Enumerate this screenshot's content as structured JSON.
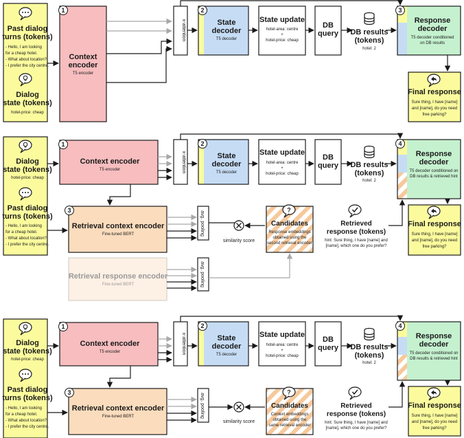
{
  "colors": {
    "yellow": "#fbfb9e",
    "pink": "#f7bdbf",
    "blue": "#c6dcf5",
    "green": "#c5f1cf",
    "peach": "#fbdcbd",
    "stripe": "#f6c99c",
    "arrow": "#1a1a1a",
    "arrow_light": "#a8a8a8"
  },
  "icons": [
    "speech-bubble-icon",
    "lightbulb-bubble-icon",
    "database-icon",
    "reply-arrow-icon",
    "question-bubble-icon",
    "checkmark-bubble-icon",
    "multiply-circle-icon"
  ],
  "top": {
    "past_turns": {
      "title_1": "Past dialog",
      "title_2": "turns (tokens)",
      "lines": [
        "- Hello, I am looking",
        "for a cheap hotel.",
        "- What about location?",
        "- I prefer the city centre."
      ]
    },
    "dialog_state": {
      "title_1": "Dialog",
      "title_2": "state (tokens)",
      "value": "hotel-price: cheap"
    },
    "context_encoder": {
      "num": "1",
      "title_1": "Context",
      "title_2": "encoder",
      "sub": "T5 encoder"
    },
    "xattn": "x-attention",
    "state_decoder": {
      "num": "2",
      "title_1": "State",
      "title_2": "decoder",
      "sub": "T5 decoder"
    },
    "state_update": {
      "title": "State update",
      "line1": "hotel-area: centre",
      "plus": "+",
      "line2": "hotel-price: cheap"
    },
    "db_query": {
      "title_1": "DB",
      "title_2": "query"
    },
    "db_results": {
      "title_1": "DB results",
      "title_2": "(tokens)",
      "sub": "hotel: 2"
    },
    "response_decoder": {
      "num": "3",
      "title_1": "Response",
      "title_2": "decoder",
      "sub_1": "T5 decoder conditioned",
      "sub_2": "on DB results"
    },
    "final_response": {
      "title": "Final response",
      "lines": [
        "Sure thing, I have [name]",
        "and [name], do you need",
        "free parking?"
      ]
    }
  },
  "middle": {
    "dialog_state": {
      "title_1": "Dialog",
      "title_2": "state (tokens)",
      "value": "hotel-price: cheap"
    },
    "past_turns": {
      "title_1": "Past dialog",
      "title_2": "turns (tokens)",
      "lines": [
        "- Hello, I am looking",
        "for a cheap hotel.",
        "- What about location?",
        "- I prefer the city centre."
      ]
    },
    "context_encoder": {
      "num": "1",
      "title": "Context encoder",
      "sub": "T5 encoder"
    },
    "xattn": "x-attention",
    "state_decoder": {
      "num": "2",
      "title_1": "State",
      "title_2": "decoder",
      "sub": "T5 decoder"
    },
    "state_update": {
      "title": "State update",
      "line1": "hotel-area: centre",
      "plus": "+",
      "line2": "hotel-price: cheap"
    },
    "db_query": {
      "title_1": "DB",
      "title_2": "query"
    },
    "db_results": {
      "title_1": "DB results",
      "title_2": "(tokens)",
      "sub": "hotel: 2"
    },
    "response_decoder": {
      "num": "4",
      "title_1": "Response",
      "title_2": "decoder",
      "sub_1": "T5 decoder conditioned on",
      "sub_2": "DB results & retrieved hint"
    },
    "final_response": {
      "title": "Final response",
      "lines": [
        "Sure thing, I have [name]",
        "and [name], do you need",
        "free parking?"
      ]
    },
    "retrieval_context_encoder": {
      "num": "3",
      "title": "Retrieval context encoder",
      "sub": "Fine-tuned BERT"
    },
    "avg_pooling": "avg. pooling",
    "similarity": "similarity score",
    "candidates": {
      "title": "Candidates",
      "sub_1": "Response embeddings",
      "sub_2": "obtained using the",
      "sub_3": "second retrieval encoder"
    },
    "retrieved": {
      "title_1": "Retrieved",
      "title_2": "response (tokens)",
      "sub_1": "hint: Sure thing, I have [name] and",
      "sub_2": "[name], which one do you prefer?"
    },
    "retrieval_response_encoder": {
      "title": "Retrieval response encoder",
      "sub": "Fine-tuned BERT"
    },
    "avg_pooling_2": "avg. pooling"
  },
  "bottom": {
    "dialog_state": {
      "title_1": "Dialog",
      "title_2": "state (tokens)",
      "value": "hotel-price: cheap"
    },
    "past_turns": {
      "title_1": "Past dialog",
      "title_2": "turns (tokens)",
      "lines": [
        "- Hello, I am looking",
        "for a cheap hotel.",
        "- What about location?",
        "- I prefer the city centre."
      ]
    },
    "context_encoder": {
      "num": "1",
      "title": "Context encoder",
      "sub": "T5 encoder"
    },
    "xattn": "x-attention",
    "state_decoder": {
      "num": "2",
      "title_1": "State",
      "title_2": "decoder",
      "sub": "T5 decoder"
    },
    "state_update": {
      "title": "State update",
      "line1": "hotel-area: centre",
      "plus": "+",
      "line2": "hotel-price: cheap"
    },
    "db_query": {
      "title_1": "DB",
      "title_2": "query"
    },
    "db_results": {
      "title_1": "DB results",
      "title_2": "(tokens)",
      "sub": "hotel: 2"
    },
    "response_decoder": {
      "num": "4",
      "title_1": "Response",
      "title_2": "decoder",
      "sub_1": "T5 decoder conditioned on",
      "sub_2": "DB results & retrieved hint"
    },
    "final_response": {
      "title": "Final response",
      "lines": [
        "Sure thing, I have [name]",
        "and [name], do you need",
        "free parking?"
      ]
    },
    "retrieval_context_encoder": {
      "num": "3",
      "title": "Retrieval context encoder",
      "sub": "Fine-tuned BERT"
    },
    "avg_pooling": "avg. pooling",
    "similarity": "similarity score",
    "candidates": {
      "title": "Candidates",
      "sub_1": "Context embeddings",
      "sub_2": "obtained using the",
      "sub_3": "same retrieval encoder"
    },
    "retrieved": {
      "title_1": "Retrieved",
      "title_2": "response (tokens)",
      "sub_1": "hint: Sure thing, I have [name] and",
      "sub_2": "[name], which one do you prefer?"
    }
  }
}
